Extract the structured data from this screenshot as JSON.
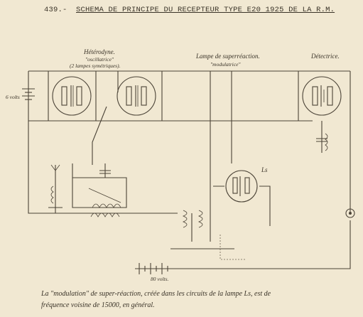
{
  "title": {
    "number": "439.-",
    "text": "SCHEMA DE PRINCIPE DU RECEPTEUR TYPE E20 1925 DE LA R.M."
  },
  "labels": {
    "heterodyne": "Hétérodyne.",
    "oscillatrice": "\"oscillatrice\"",
    "lampes_symetriques": "(2 lampes symétriques).",
    "superreaction": "Lampe de superréaction.",
    "modulatrice": "\"modulatrice\"",
    "detectrice": "Détectrice.",
    "volts_6": "6 volts",
    "volts_80": "80 volts.",
    "ls": "Ls"
  },
  "caption": {
    "line1": "La \"modulation\" de super-réaction, créée dans les circuits de la lampe Ls, est de",
    "line2": "fréquence voisine de 15000, en général."
  }
}
